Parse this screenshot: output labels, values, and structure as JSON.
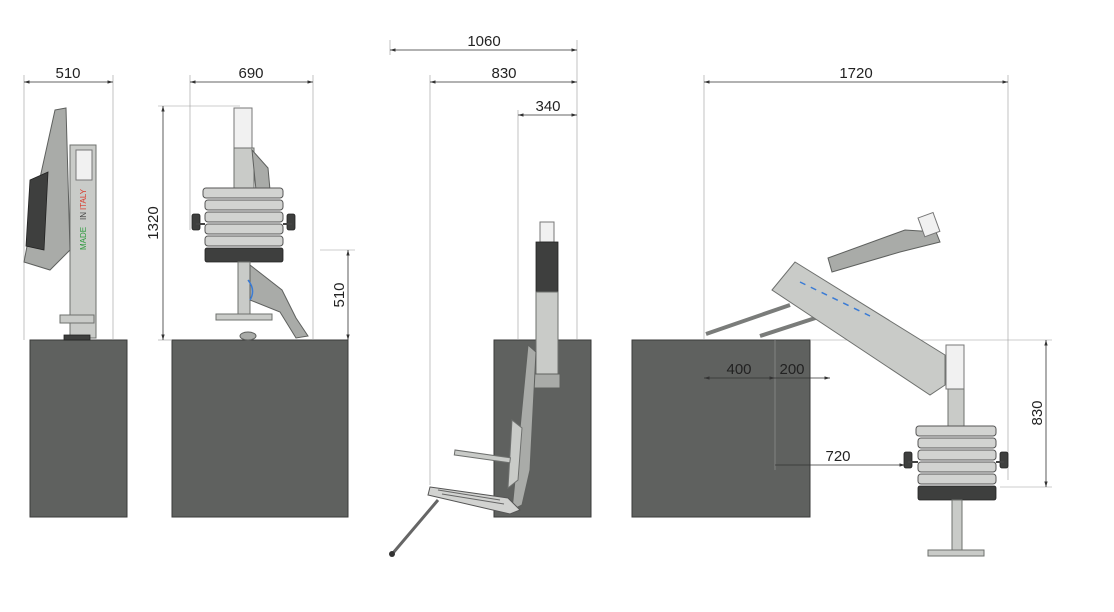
{
  "title": "",
  "views": [
    {
      "name": "folded-side",
      "width": "510"
    },
    {
      "name": "front",
      "width": "690",
      "height": "1320",
      "block_height": "510"
    },
    {
      "name": "lowered",
      "total_reach": "1060",
      "reach_from_edge": "830",
      "offset": "340"
    },
    {
      "name": "extended",
      "total_reach": "1720",
      "setback": "400",
      "edge_clearance": "200",
      "seat_offset": "720",
      "drop": "830"
    }
  ],
  "labels": {
    "made_in": "MADE",
    "in": "IN",
    "italy": "ITALY"
  },
  "colors": {
    "block": "#5f615f",
    "metal": "#c9cbc8",
    "accent_blue": "#3a7bd5",
    "flag_green": "#2e9b3e",
    "flag_red": "#d93a2b"
  }
}
